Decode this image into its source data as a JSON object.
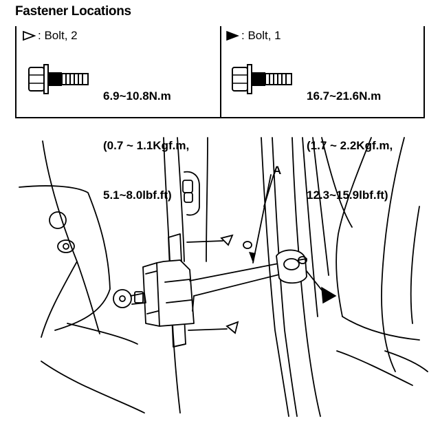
{
  "header": {
    "title": "Fastener Locations"
  },
  "legend": [
    {
      "symbol": "open-triangle-icon",
      "text": ": Bolt, 2",
      "torque_lines": [
        "6.9~10.8N.m",
        "(0.7 ~ 1.1Kgf.m,",
        "5.1~8.0lbf.ft)"
      ]
    },
    {
      "symbol": "filled-triangle-icon",
      "text": ": Bolt, 1",
      "torque_lines": [
        "16.7~21.6N.m",
        "(1.7 ~ 2.2Kgf.m,",
        "12.3~15.9lbf.ft)"
      ]
    }
  ],
  "diagram": {
    "callout": "A"
  }
}
